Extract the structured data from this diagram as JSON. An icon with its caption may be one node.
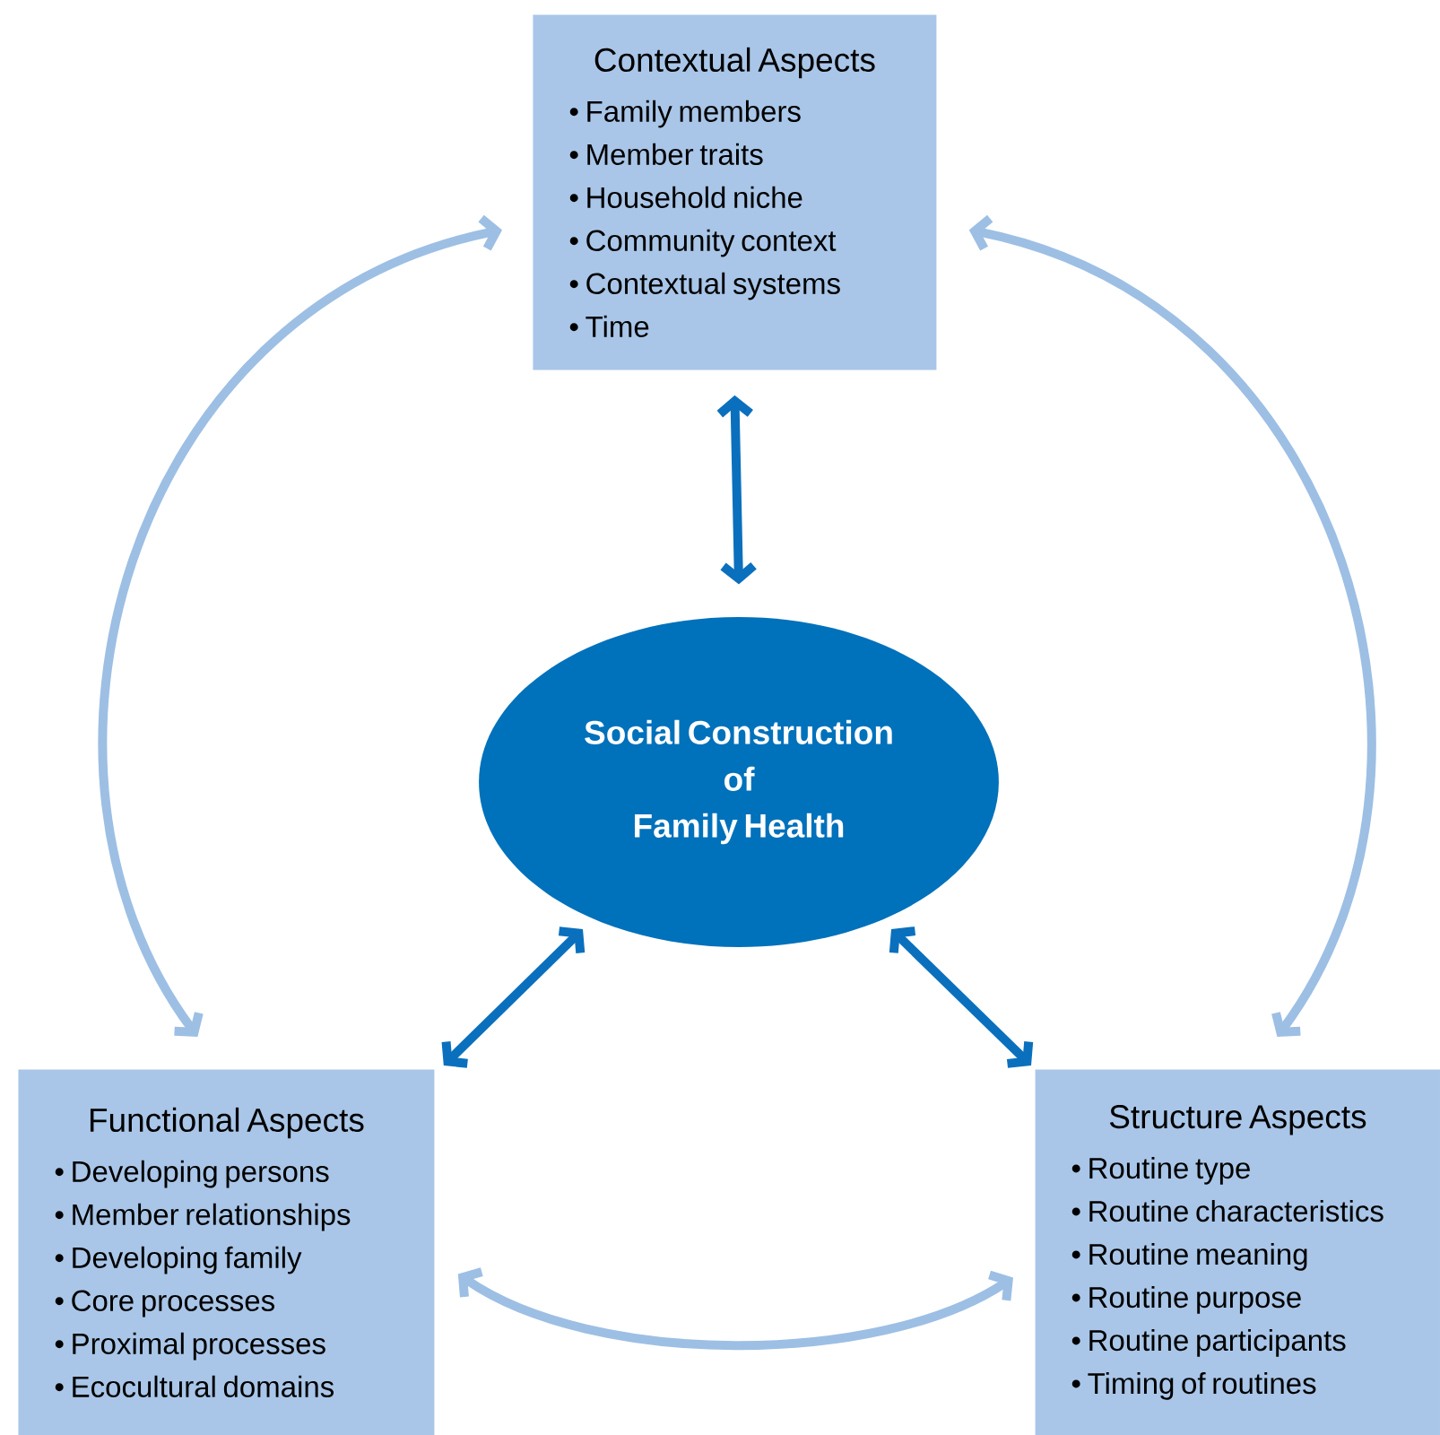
{
  "diagram": {
    "nodes": [
      {
        "text": [
          "Contextual Aspects",
          "• Family members",
          "• Member traits",
          "• Household niche",
          "• Community context",
          "• Contextual systems",
          "• Time"
        ]
      },
      {
        "text": [
          "Social Construction of Family Health"
        ]
      },
      {
        "text": [
          "Functional Aspects",
          "• Developing persons",
          "• Member relationships",
          "• Developing family",
          "• Core processes",
          "• Proximal processes",
          "• Ecocultural domains"
        ]
      },
      {
        "text": [
          "Structure Aspects",
          "• Routine type",
          "• Routine characteristics",
          "• Routine meaning",
          "• Routine purpose",
          "• Routine participants",
          "• Timing of routines"
        ]
      }
    ],
    "edges": [
      {
        "from": 0,
        "to": 1,
        "arrow": "both",
        "color": "#0a70bd"
      },
      {
        "from": 1,
        "to": 2,
        "arrow": "both",
        "color": "#0a70bd"
      },
      {
        "from": 1,
        "to": 3,
        "arrow": "both",
        "color": "#0a70bd"
      },
      {
        "from": 0,
        "to": 2,
        "arrow": "both",
        "color": "#9dbfe4"
      },
      {
        "from": 0,
        "to": 3,
        "arrow": "both",
        "color": "#9dbfe4"
      },
      {
        "from": 2,
        "to": 3,
        "arrow": "both",
        "color": "#9dbfe4"
      }
    ]
  }
}
